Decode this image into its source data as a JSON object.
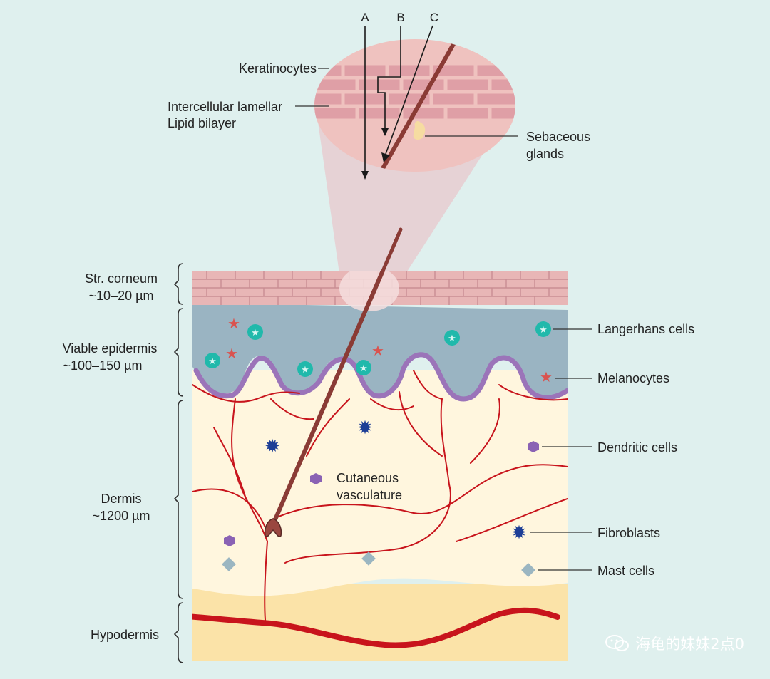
{
  "paths": {
    "a": "A",
    "b": "B",
    "c": "C"
  },
  "zoom_labels": {
    "keratinocytes": "Keratinocytes",
    "lipid_line1": "Intercellular lamellar",
    "lipid_line2": "Lipid bilayer",
    "sebaceous_line1": "Sebaceous",
    "sebaceous_line2": "glands"
  },
  "layers": {
    "corneum_name": "Str. corneum",
    "corneum_depth": "~10–20 µm",
    "epidermis_name": "Viable epidermis",
    "epidermis_depth": "~100–150 µm",
    "dermis_name": "Dermis",
    "dermis_depth": "~1200 µm",
    "hypodermis_name": "Hypodermis"
  },
  "cell_labels": {
    "langerhans": "Langerhans cells",
    "melanocytes": "Melanocytes",
    "dendritic": "Dendritic cells",
    "fibroblasts": "Fibroblasts",
    "mast": "Mast cells"
  },
  "vasculature": {
    "line1": "Cutaneous",
    "line2": "vasculature"
  },
  "watermark": "海龟的妹妹2点0",
  "colors": {
    "background": "#dff0ee",
    "corneum": "#e8b6b6",
    "brick_line": "#c98d93",
    "epidermis": "#9ab4c2",
    "basal_membrane": "#9b74b9",
    "dermis": "#fff6de",
    "hypodermis": "#fbe3a8",
    "vessel": "#c8141c",
    "hair": "#8a3b35",
    "langerhans": "#20b9ab",
    "melanocyte": "#d9534f",
    "dendritic": "#8a62b4",
    "fibroblast": "#1d3e96",
    "mast": "#9bb6c1",
    "zoom_circle": "#efc2bf"
  }
}
